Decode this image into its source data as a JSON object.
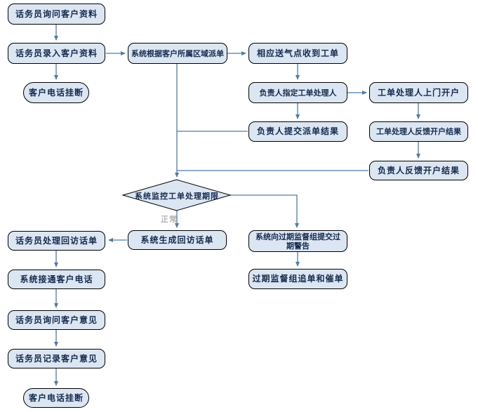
{
  "diagram": {
    "type": "flowchart",
    "nodes": {
      "ask_info": {
        "label": "话务员询问客户资料",
        "shape": "rounded-rect"
      },
      "enter_info": {
        "label": "话务员录入客户资料",
        "shape": "rounded-rect"
      },
      "hangup_top": {
        "label": "客户电话挂断",
        "shape": "stadium"
      },
      "dispatch": {
        "label": "系统根据客户所属区域派单",
        "shape": "rounded-rect"
      },
      "gas_point": {
        "label": "相应送气点收到工单",
        "shape": "rounded-rect"
      },
      "assign_handler": {
        "label": "负责人指定工单处理人",
        "shape": "rounded-rect"
      },
      "door_open": {
        "label": "工单处理人上门开户",
        "shape": "rounded-rect"
      },
      "submit_dispatch_result": {
        "label": "负责人提交派单结果",
        "shape": "rounded-rect"
      },
      "handler_feedback": {
        "label": "工单处理人反馈开户结果",
        "shape": "rounded-rect"
      },
      "manager_feedback": {
        "label": "负责人反馈开户结果",
        "shape": "rounded-rect"
      },
      "monitor_deadline": {
        "label": "系统监控工单处理期限",
        "shape": "diamond"
      },
      "generate_callback": {
        "label": "系统生成回访话单",
        "shape": "rounded-rect"
      },
      "overdue_warning": {
        "label": "系统向过期监督组提交过期警告",
        "shape": "rounded-rect"
      },
      "overdue_followup": {
        "label": "过期监督组追单和催单",
        "shape": "rounded-rect"
      },
      "handle_callback": {
        "label": "话务员处理回访话单",
        "shape": "rounded-rect"
      },
      "connect_phone": {
        "label": "系统接通客户电话",
        "shape": "rounded-rect"
      },
      "ask_opinion": {
        "label": "话务员询问客户意见",
        "shape": "rounded-rect"
      },
      "record_opinion": {
        "label": "话务员记录客户意见",
        "shape": "rounded-rect"
      },
      "hangup_bottom": {
        "label": "客户电话挂断",
        "shape": "stadium"
      }
    },
    "edge_labels": {
      "normal": "正常"
    },
    "colors": {
      "node_fill": "#dce6f2",
      "node_border": "#000000",
      "node_text": "#152a4e",
      "connector": "#4f7ba8",
      "edge_label_text": "#b3b3b3",
      "background": "#ffffff"
    }
  }
}
